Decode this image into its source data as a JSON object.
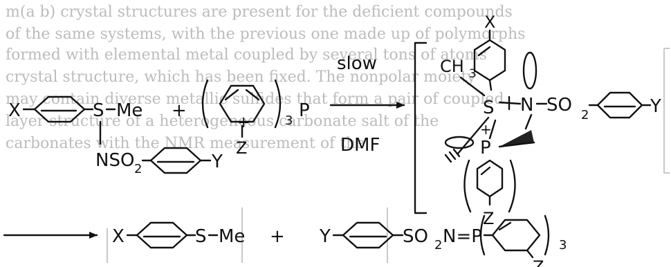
{
  "background_text": [
    "m(a b) crystal structures are present for the deficient compounds",
    "of the same systems, with the previous one made up of polymorphs",
    "formed with elemental metal coupled by several tons of atoms",
    "crystal structure, which has been fixed. The nonpolar moiety",
    "may contain diverse metallic sulfides that form a pair of coupled",
    "layer structure of a heterogeneous carbonate salt of the",
    "carbonates with the NMR measurement of the"
  ],
  "reactant1": {
    "substituent": "X",
    "sulfur": "S",
    "methyl": "Me",
    "imino": "NSO",
    "subscript": "2",
    "aryl_substituent": "Y"
  },
  "plus": "+",
  "reactant2": {
    "charge": "+",
    "subscript": "3",
    "phosphorus": "P",
    "substituent": "Z"
  },
  "arrow": {
    "above": "slow",
    "below": "DMF"
  },
  "intermediate": {
    "top_substituent": "X",
    "methyl": "CH",
    "methyl_subscript": "3",
    "sulfur": "S",
    "nitrogen": "N",
    "sulfonyl": "SO",
    "sulfonyl_subscript": "2",
    "aryl_substituent": "Y",
    "phosphorus": "P",
    "plus_mark": "+",
    "bottom_substituent": "Z"
  },
  "product1": {
    "substituent": "X",
    "sulfur": "S",
    "methyl": "Me"
  },
  "product2": {
    "aryl_substituent": "Y",
    "sulfonyl": "SO",
    "sulfonyl_subscript": "2",
    "imine": "N=P",
    "subscript": "3",
    "bottom_substituent": "Z"
  }
}
